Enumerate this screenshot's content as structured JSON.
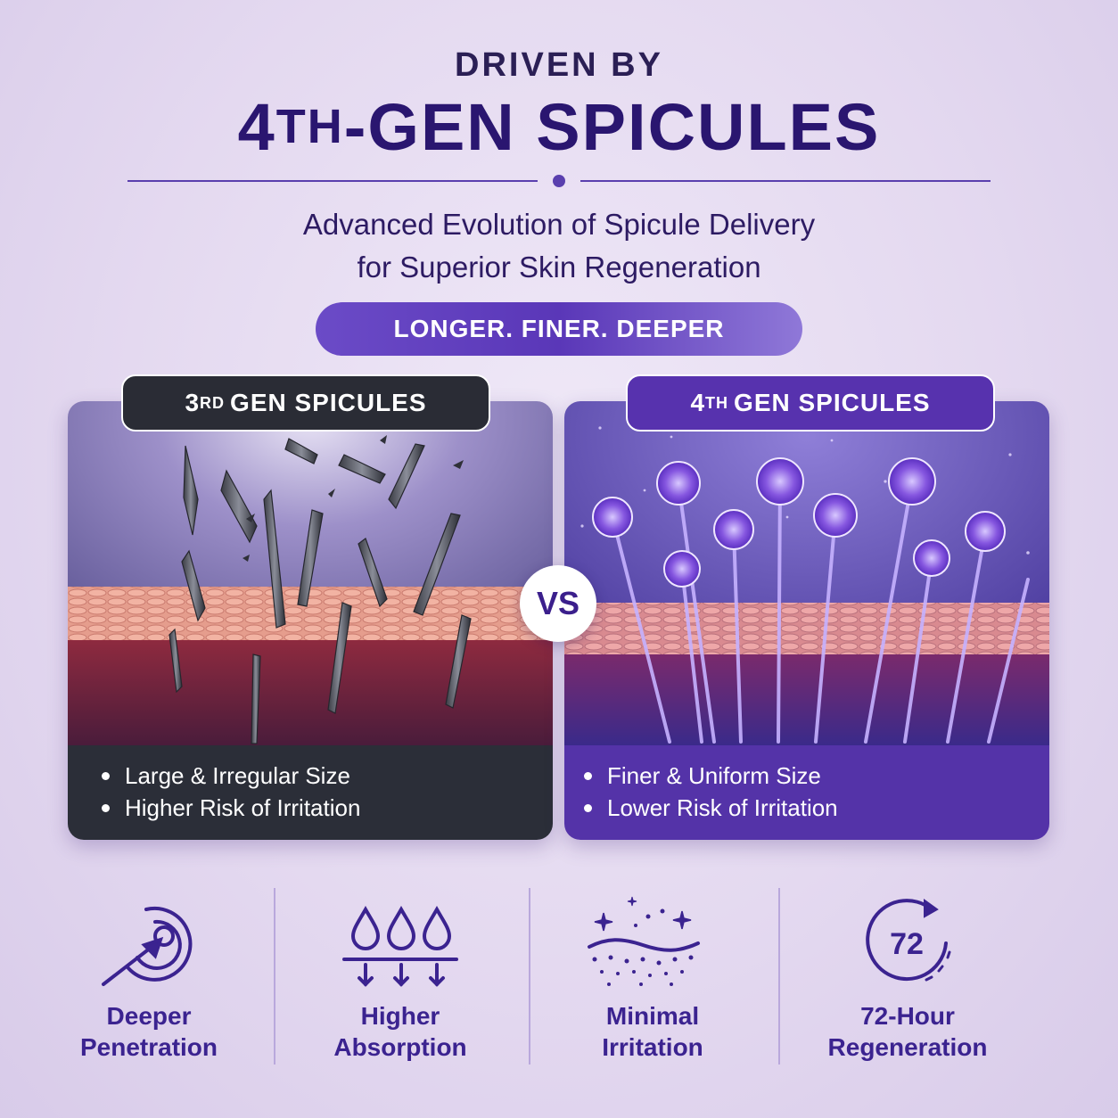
{
  "header": {
    "kicker": "DRIVEN BY",
    "headline_num": "4",
    "headline_sup": "TH",
    "headline_rest": "-GEN SPICULES",
    "subtitle_line1": "Advanced Evolution of Spicule Delivery",
    "subtitle_line2": "for Superior Skin Regeneration",
    "tagline": "LONGER. FINER. DEEPER"
  },
  "comparison": {
    "left": {
      "label_num": "3",
      "label_sup": "RD",
      "label_rest": "GEN SPICULES",
      "bullets": [
        "Large & Irregular Size",
        "Higher Risk of Irritation"
      ]
    },
    "vs": "VS",
    "right": {
      "label_num": "4",
      "label_sup": "TH",
      "label_rest": "GEN SPICULES",
      "bullets": [
        "Finer & Uniform Size",
        "Lower Risk of Irritation"
      ]
    }
  },
  "features": [
    {
      "icon": "target-icon",
      "line1": "Deeper",
      "line2": "Penetration"
    },
    {
      "icon": "droplets-icon",
      "line1": "Higher",
      "line2": "Absorption"
    },
    {
      "icon": "sparkle-skin-icon",
      "line1": "Minimal",
      "line2": "Irritation"
    },
    {
      "icon": "clock-72-icon",
      "clock_value": "72",
      "line1": "72-Hour",
      "line2": "Regeneration"
    }
  ],
  "colors": {
    "primary": "#2a1670",
    "accent": "#5732ae",
    "dark_panel": "#2b2e38",
    "background": "#e4d9f0"
  }
}
